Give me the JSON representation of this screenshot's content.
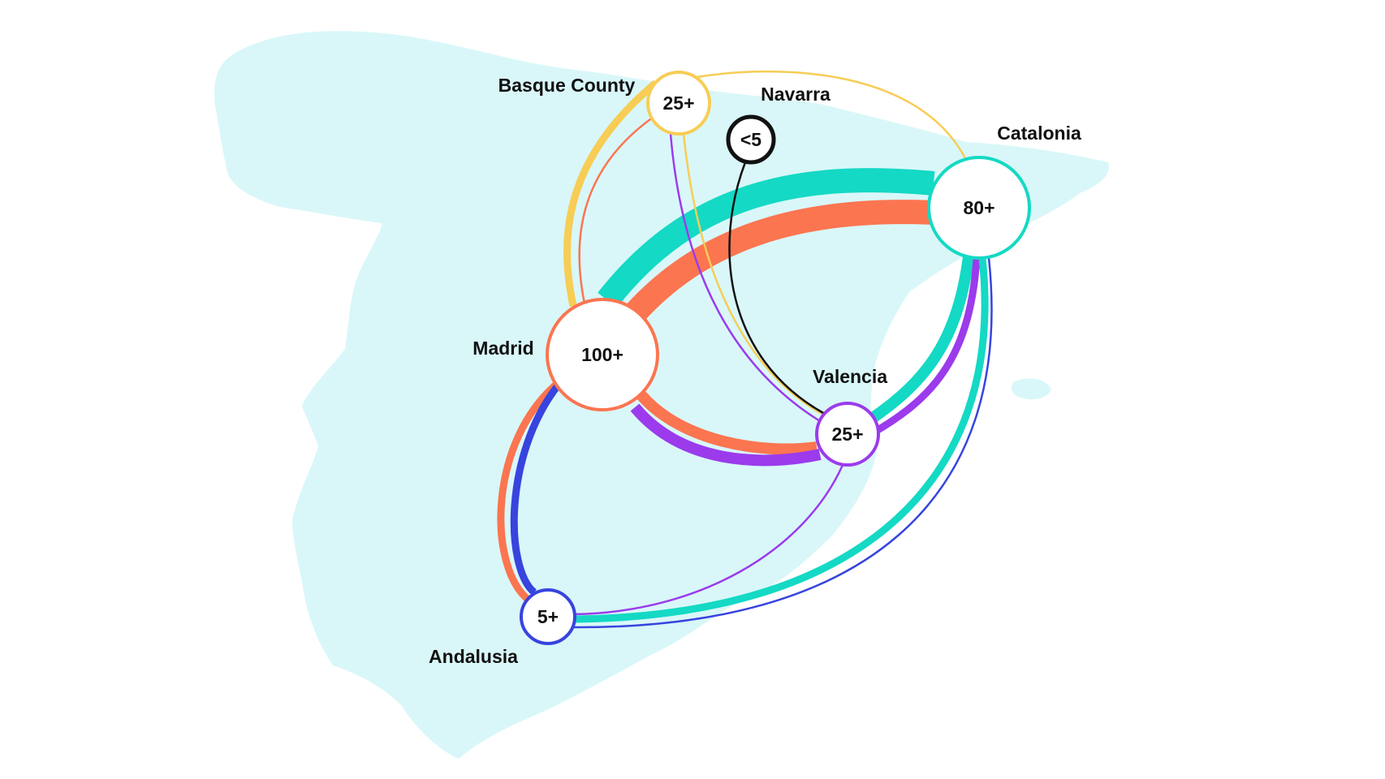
{
  "colors": {
    "land": "#d9f7f9",
    "background": "#ffffff",
    "teal": "#14d9c4",
    "coral": "#fb7550",
    "purple": "#9b3bec",
    "yellow": "#f7cd55",
    "blue": "#3744de",
    "black": "#111111"
  },
  "regions": [
    {
      "id": "madrid",
      "name": "Madrid",
      "value": "100+",
      "color": "#fb7550"
    },
    {
      "id": "catalonia",
      "name": "Catalonia",
      "value": "80+",
      "color": "#14d9c4"
    },
    {
      "id": "basque",
      "name": "Basque County",
      "value": "25+",
      "color": "#f7cd55"
    },
    {
      "id": "navarra",
      "name": "Navarra",
      "value": "<5",
      "color": "#111111"
    },
    {
      "id": "valencia",
      "name": "Valencia",
      "value": "25+",
      "color": "#9b3bec"
    },
    {
      "id": "andalusia",
      "name": "Andalusia",
      "value": "5+",
      "color": "#3744de"
    }
  ],
  "connections": [
    {
      "from": "madrid",
      "to": "catalonia",
      "color": "#14d9c4",
      "weight": "very-high"
    },
    {
      "from": "madrid",
      "to": "catalonia",
      "color": "#fb7550",
      "weight": "very-high"
    },
    {
      "from": "madrid",
      "to": "valencia",
      "color": "#fb7550",
      "weight": "high"
    },
    {
      "from": "madrid",
      "to": "valencia",
      "color": "#9b3bec",
      "weight": "high"
    },
    {
      "from": "madrid",
      "to": "basque",
      "color": "#f7cd55",
      "weight": "medium"
    },
    {
      "from": "madrid",
      "to": "basque",
      "color": "#fb7550",
      "weight": "low"
    },
    {
      "from": "madrid",
      "to": "andalusia",
      "color": "#fb7550",
      "weight": "medium"
    },
    {
      "from": "madrid",
      "to": "andalusia",
      "color": "#3744de",
      "weight": "medium"
    },
    {
      "from": "catalonia",
      "to": "valencia",
      "color": "#14d9c4",
      "weight": "high"
    },
    {
      "from": "catalonia",
      "to": "valencia",
      "color": "#9b3bec",
      "weight": "medium"
    },
    {
      "from": "catalonia",
      "to": "basque",
      "color": "#f7cd55",
      "weight": "low"
    },
    {
      "from": "catalonia",
      "to": "andalusia",
      "color": "#14d9c4",
      "weight": "medium"
    },
    {
      "from": "catalonia",
      "to": "andalusia",
      "color": "#3744de",
      "weight": "low"
    },
    {
      "from": "basque",
      "to": "valencia",
      "color": "#9b3bec",
      "weight": "low"
    },
    {
      "from": "basque",
      "to": "valencia",
      "color": "#f7cd55",
      "weight": "low"
    },
    {
      "from": "navarra",
      "to": "valencia",
      "color": "#111111",
      "weight": "low"
    },
    {
      "from": "valencia",
      "to": "andalusia",
      "color": "#9b3bec",
      "weight": "low"
    }
  ]
}
